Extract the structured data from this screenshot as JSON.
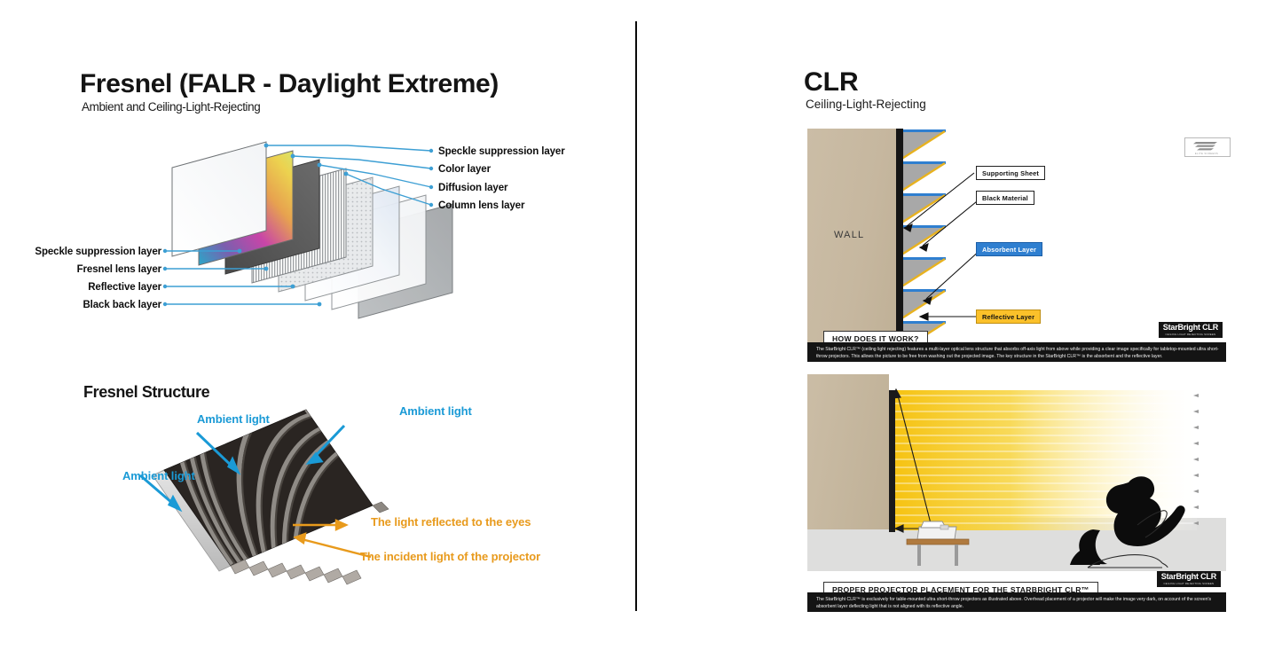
{
  "left_panel": {
    "title": "Fresnel (FALR - Daylight Extreme)",
    "subtitle": "Ambient and Ceiling-Light-Rejecting",
    "structure_title": "Fresnel Structure",
    "exploded_labels_top": [
      "Speckle suppression layer",
      "Color layer",
      "Diffusion layer",
      "Column lens layer"
    ],
    "exploded_labels_bottom": [
      "Speckle suppression layer",
      "Fresnel lens layer",
      "Reflective layer",
      "Black back layer"
    ],
    "fresnel_structure_labels": {
      "ambient_top_left": "Ambient light",
      "ambient_top_right": "Ambient light",
      "ambient_left": "Ambient light",
      "reflected": "The light reflected to the eyes",
      "incident": "The incident light of the projector"
    }
  },
  "right_panel": {
    "title": "CLR",
    "subtitle": "Ceiling-Light-Rejecting",
    "upper_diagram": {
      "wall_label": "WALL",
      "callouts": [
        {
          "label": "Supporting Sheet",
          "style": "white"
        },
        {
          "label": "Black Material",
          "style": "white"
        },
        {
          "label": "Absorbent Layer",
          "style": "blue"
        },
        {
          "label": "Reflective Layer",
          "style": "gold"
        }
      ],
      "caption_title": "HOW DOES IT WORK?",
      "caption_text": "The StarBright CLR™ (ceiling light rejecting) features a multi-layer optical lens structure that absorbs off-axis light from above while providing a clear image specifically for tabletop-mounted ultra short-throw projectors. This allows the picture to be free from washing out the projected image. The key structure in the StarBright CLR™ is the absorbent and the reflective layer.",
      "logo_mark": "StarBright CLR",
      "logo_sub": "CEILING LIGHT REJECTING SCREEN",
      "brand_logo": "elite-screens-logo",
      "brand_caption": "ELITE SCREENS"
    },
    "lower_diagram": {
      "caption_title": "PROPER PROJECTOR PLACEMENT FOR THE STARBRIGHT CLR™",
      "caption_text": "The StarBright CLR™ is exclusively for table-mounted ultra short-throw projectors as illustrated above. Overhead placement of a projector will make the image very dark, on account of the screen's absorbent layer deflecting light that is not aligned with its reflective angle.",
      "caption_emphasis": "exclusively",
      "logo_mark": "StarBright CLR",
      "logo_sub": "CEILING LIGHT REJECTING SCREEN"
    }
  },
  "colors": {
    "callout_line": "#3d9fd4",
    "ambient_arrow": "#1a9ad6",
    "projector_arrow": "#e89a1c",
    "absorbent_blue": "#2f7fd0",
    "reflective_gold": "#fbc12a",
    "wall_tan": "#c8b9a3",
    "caption_bar": "#141414",
    "text_dark": "#121212"
  }
}
